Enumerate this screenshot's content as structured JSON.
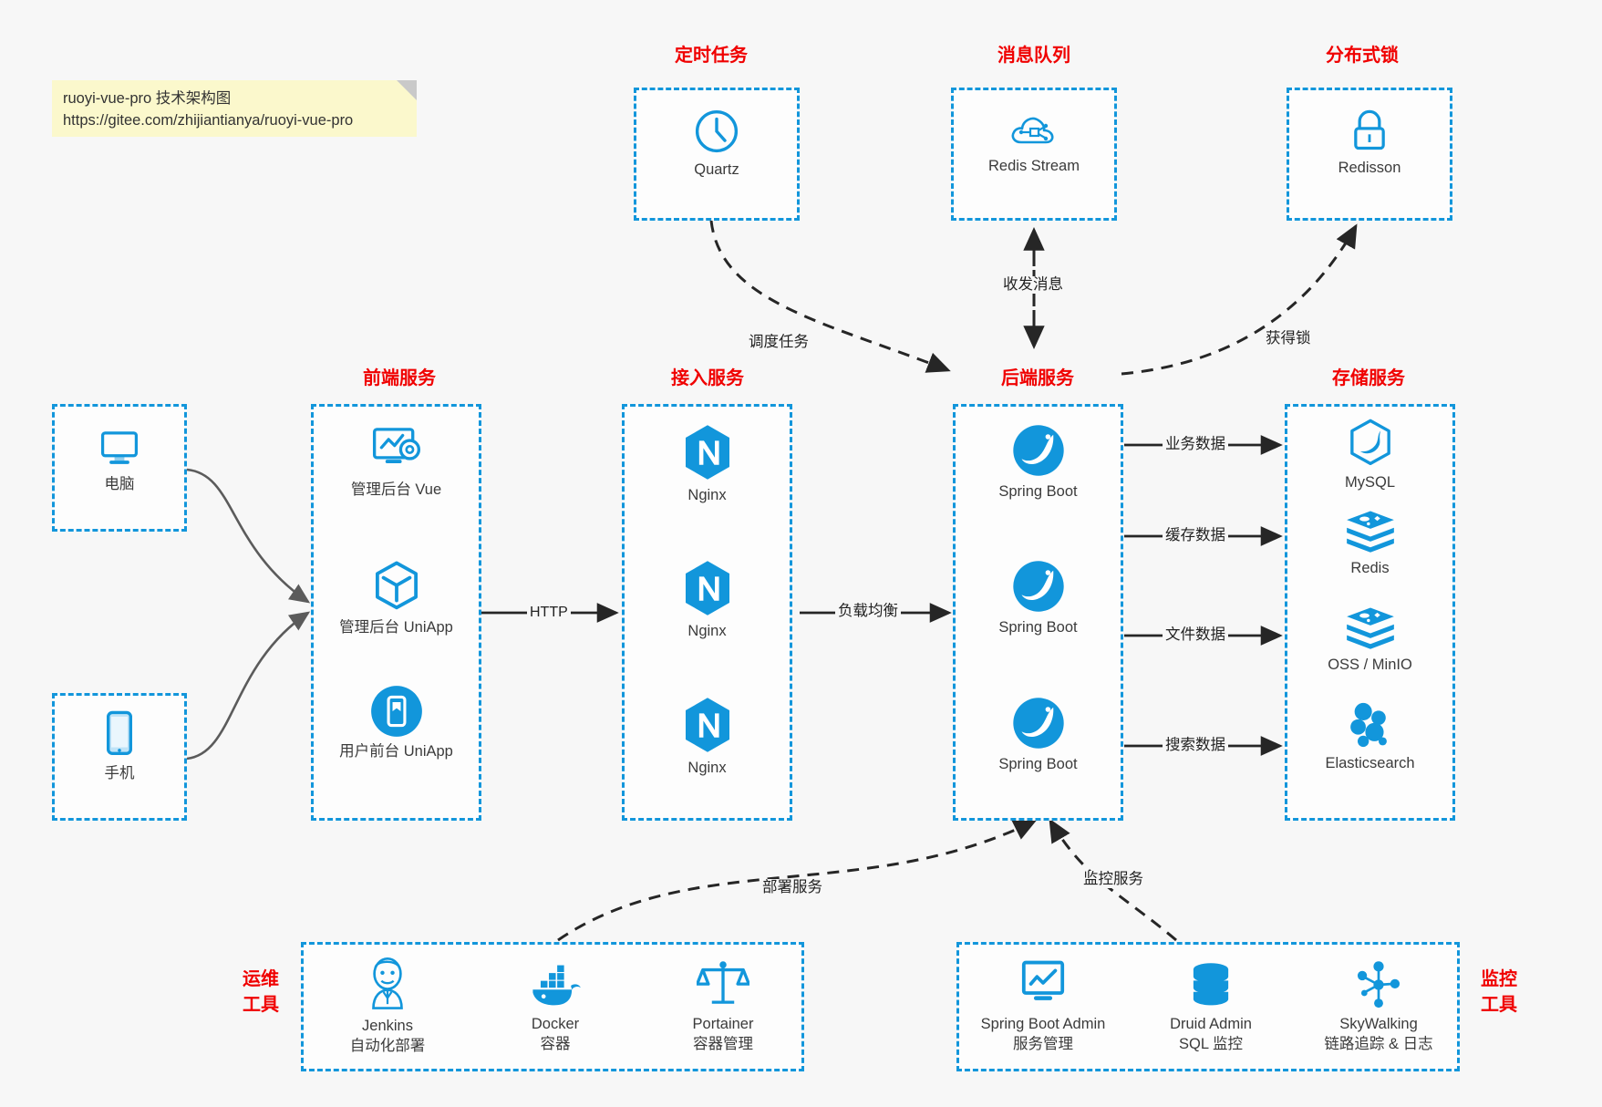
{
  "note": {
    "line1": "ruoyi-vue-pro 技术架构图",
    "line2": "https://gitee.com/zhijiantianya/ruoyi-vue-pro"
  },
  "colors": {
    "accent": "#1296db",
    "title": "#f00000",
    "background": "#f7f7f7",
    "note": "#fbf8cc",
    "edge": "#222222"
  },
  "groups": {
    "scheduler": {
      "title": "定时任务",
      "nodes": [
        {
          "icon": "clock-icon",
          "label": "Quartz"
        }
      ]
    },
    "mq": {
      "title": "消息队列",
      "nodes": [
        {
          "icon": "cloud-stream-icon",
          "label": "Redis Stream"
        }
      ]
    },
    "lock": {
      "title": "分布式锁",
      "nodes": [
        {
          "icon": "padlock-icon",
          "label": "Redisson"
        }
      ]
    },
    "clients": {
      "nodes": [
        {
          "icon": "desktop-monitor-icon",
          "label": "电脑"
        },
        {
          "icon": "mobile-phone-icon",
          "label": "手机"
        }
      ]
    },
    "frontend": {
      "title": "前端服务",
      "nodes": [
        {
          "icon": "dashboard-gear-icon",
          "label": "管理后台 Vue"
        },
        {
          "icon": "cube-icon",
          "label": "管理后台 UniApp"
        },
        {
          "icon": "mobile-app-icon",
          "label": "用户前台 UniApp"
        }
      ]
    },
    "gateway": {
      "title": "接入服务",
      "nodes": [
        {
          "icon": "nginx-icon",
          "label": "Nginx"
        },
        {
          "icon": "nginx-icon",
          "label": "Nginx"
        },
        {
          "icon": "nginx-icon",
          "label": "Nginx"
        }
      ]
    },
    "backend": {
      "title": "后端服务",
      "nodes": [
        {
          "icon": "spring-leaf-icon",
          "label": "Spring Boot"
        },
        {
          "icon": "spring-leaf-icon",
          "label": "Spring Boot"
        },
        {
          "icon": "spring-leaf-icon",
          "label": "Spring Boot"
        }
      ]
    },
    "storage": {
      "title": "存储服务",
      "nodes": [
        {
          "icon": "mysql-dolphin-icon",
          "label": "MySQL"
        },
        {
          "icon": "redis-stack-icon",
          "label": "Redis"
        },
        {
          "icon": "minio-stack-icon",
          "label": "OSS / MinIO"
        },
        {
          "icon": "elasticsearch-icon",
          "label": "Elasticsearch"
        }
      ]
    },
    "devops": {
      "title": "运维\n工具",
      "title_line1": "运维",
      "title_line2": "工具",
      "nodes": [
        {
          "icon": "jenkins-butler-icon",
          "label": "Jenkins",
          "sublabel": "自动化部署"
        },
        {
          "icon": "docker-whale-icon",
          "label": "Docker",
          "sublabel": "容器"
        },
        {
          "icon": "portainer-scale-icon",
          "label": "Portainer",
          "sublabel": "容器管理"
        }
      ]
    },
    "monitor": {
      "title_line1": "监控",
      "title_line2": "工具",
      "nodes": [
        {
          "icon": "monitor-chart-icon",
          "label": "Spring Boot Admin",
          "sublabel": "服务管理"
        },
        {
          "icon": "database-stack-icon",
          "label": "Druid Admin",
          "sublabel": "SQL 监控"
        },
        {
          "icon": "skywalking-nodes-icon",
          "label": "SkyWalking",
          "sublabel": "链路追踪 & 日志"
        }
      ]
    }
  },
  "edges": {
    "http": "HTTP",
    "load_balance": "负载均衡",
    "schedule_task": "调度任务",
    "send_receive_message": "收发消息",
    "acquire_lock": "获得锁",
    "business_data": "业务数据",
    "cache_data": "缓存数据",
    "file_data": "文件数据",
    "search_data": "搜索数据",
    "deploy_service": "部署服务",
    "monitor_service": "监控服务"
  }
}
